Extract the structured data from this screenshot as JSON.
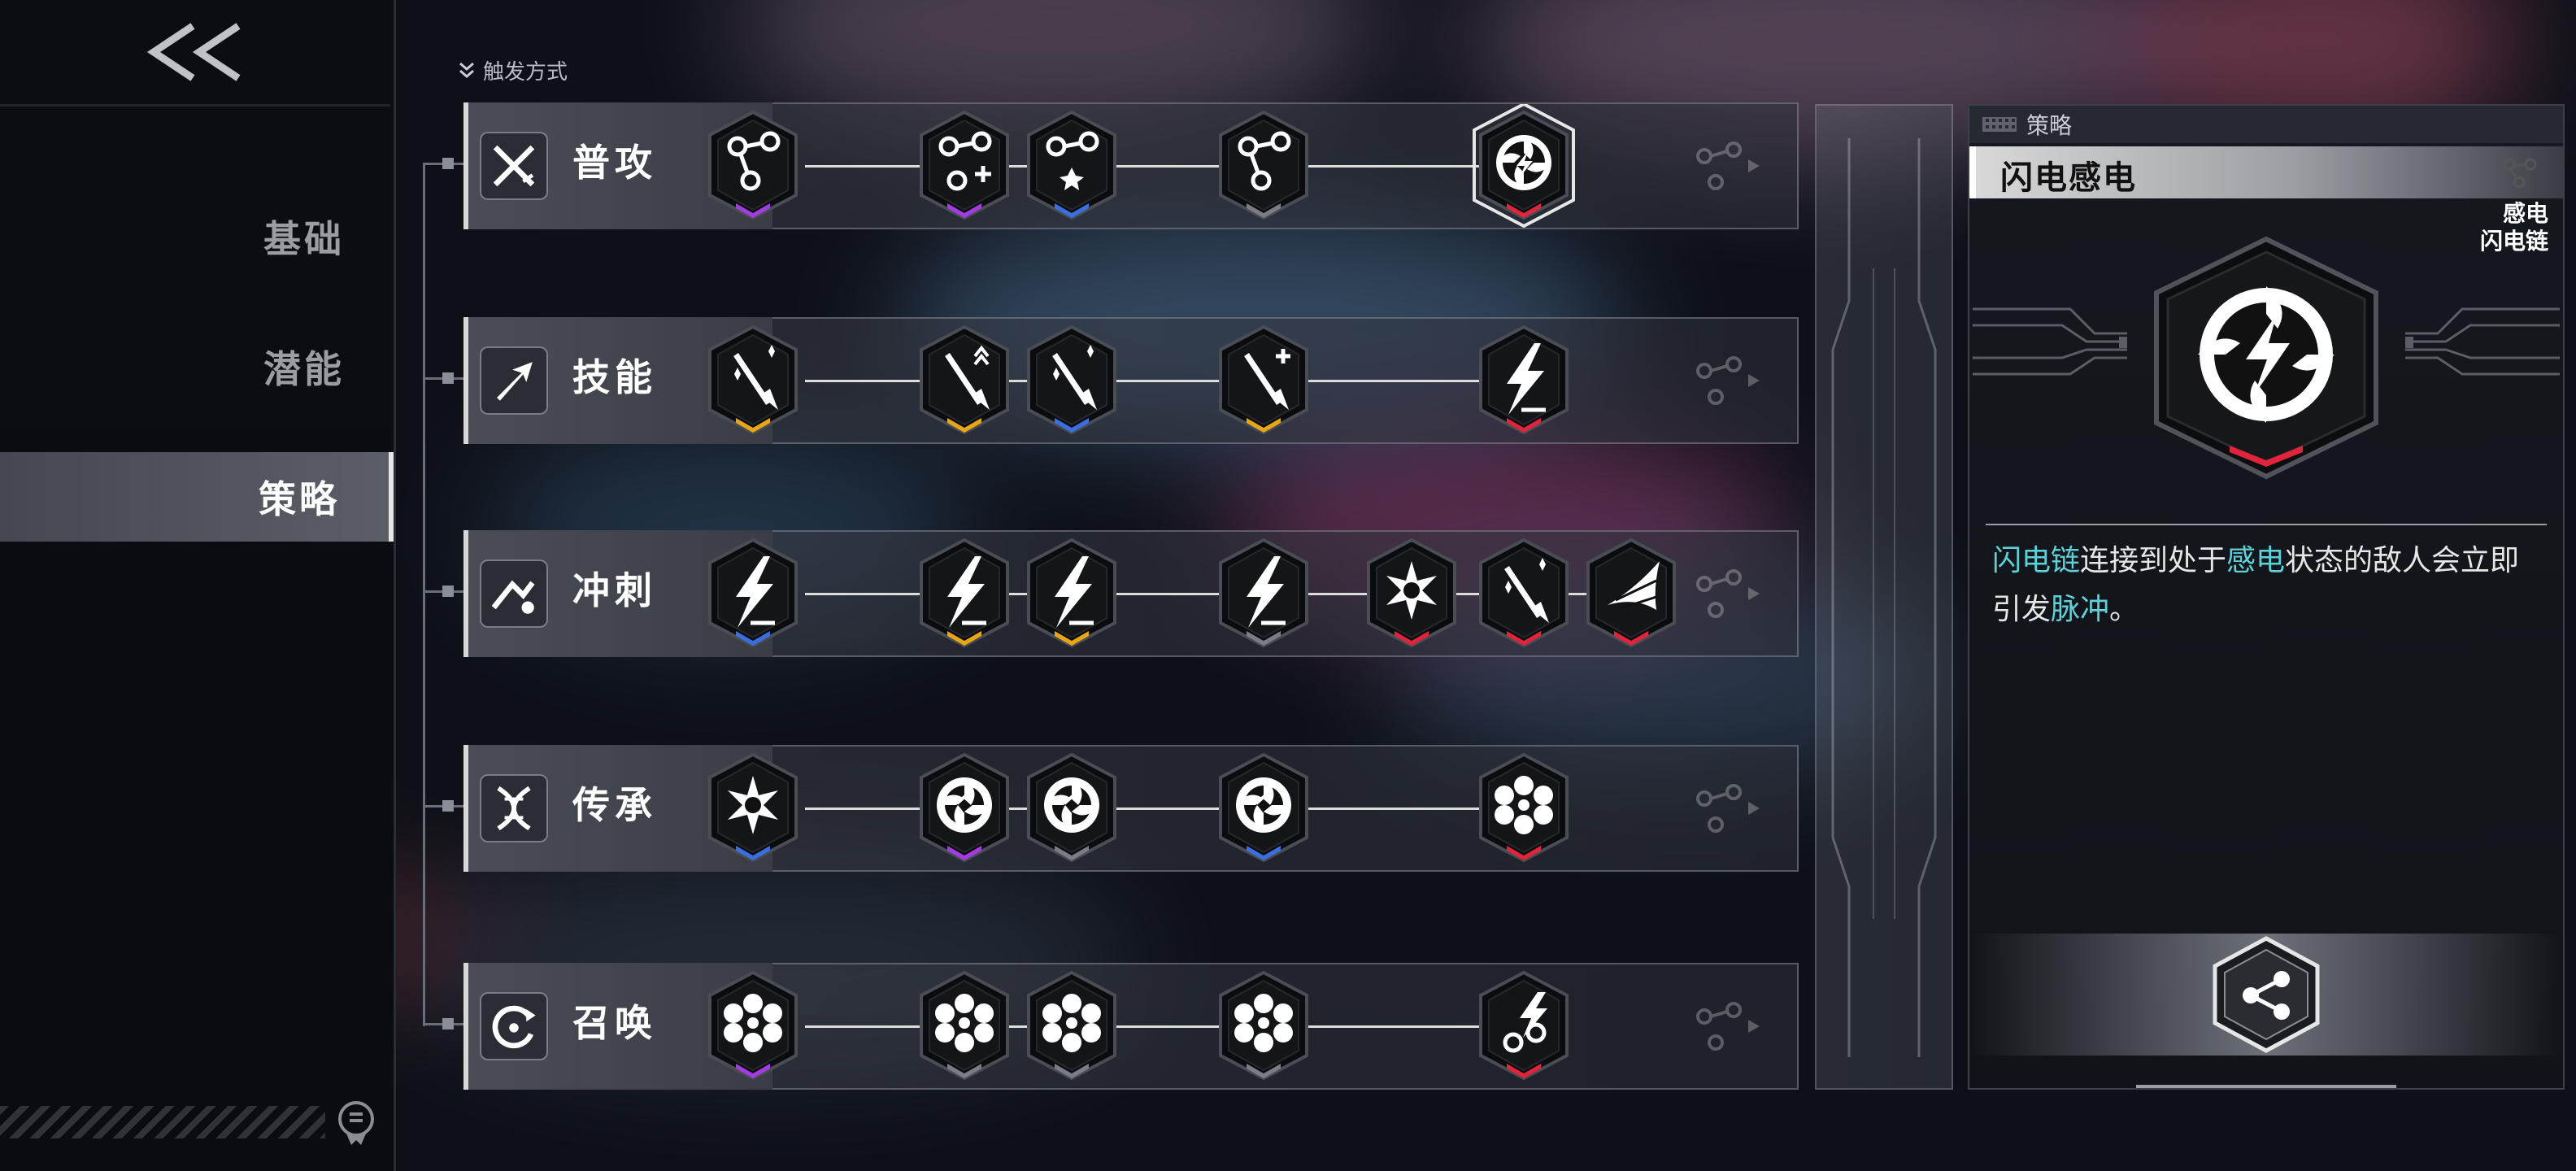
{
  "header": {
    "trigger_label": "触发方式"
  },
  "sidebar": {
    "back_icon": "double-chevron-left-icon",
    "items": [
      {
        "label": "基础",
        "active": false
      },
      {
        "label": "潜能",
        "active": false
      },
      {
        "label": "策略",
        "active": true
      }
    ]
  },
  "rows": [
    {
      "name": "普攻",
      "icon": "crossed-swords-icon"
    },
    {
      "name": "技能",
      "icon": "arrow-burst-icon"
    },
    {
      "name": "冲刺",
      "icon": "dash-runner-icon"
    },
    {
      "name": "传承",
      "icon": "dna-helix-icon"
    },
    {
      "name": "召唤",
      "icon": "summon-circle-icon"
    }
  ],
  "panel": {
    "header": "策略",
    "skill_title": "闪电感电",
    "tags": [
      "感电",
      "闪电链"
    ],
    "description": {
      "p1": "闪电链",
      "p2": "连接到处于",
      "p3": "感电",
      "p4": "状态的敌人会立即引发",
      "p5": "脉冲",
      "p6": "。"
    }
  },
  "colors": {
    "purple": "#a23be0",
    "yellow": "#e8a514",
    "blue": "#3b6fe0",
    "red": "#e0243b",
    "grey": "#7a7d85",
    "highlight": "#5fd0d8"
  }
}
